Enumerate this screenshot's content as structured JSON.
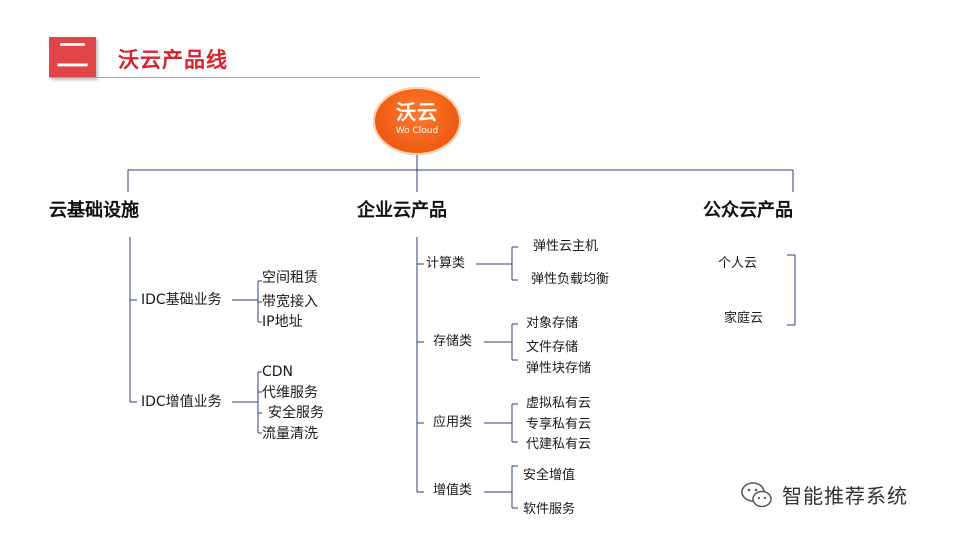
{
  "header": {
    "section_number": "二",
    "title": "沃云产品线"
  },
  "logo": {
    "main": "沃云",
    "sub": "Wo Cloud"
  },
  "categories": {
    "infra": "云基础设施",
    "enterprise": "企业云产品",
    "public": "公众云产品"
  },
  "infra": {
    "basic": {
      "label": "IDC基础业务",
      "items": [
        "空间租赁",
        "带宽接入",
        "IP地址"
      ]
    },
    "value_added": {
      "label": "IDC增值业务",
      "items": [
        "CDN",
        "代维服务",
        "安全服务",
        "流量清洗"
      ]
    }
  },
  "enterprise": {
    "compute": {
      "label": "计算类",
      "items": [
        "弹性云主机",
        "弹性负载均衡"
      ]
    },
    "storage": {
      "label": "存储类",
      "items": [
        "对象存储",
        "文件存储",
        "弹性块存储"
      ]
    },
    "application": {
      "label": "应用类",
      "items": [
        "虚拟私有云",
        "专享私有云",
        "代建私有云"
      ]
    },
    "value_added": {
      "label": "增值类",
      "items": [
        "安全增值",
        "软件服务"
      ]
    }
  },
  "public": {
    "items": [
      "个人云",
      "家庭云"
    ]
  },
  "watermark": {
    "text": "智能推荐系统"
  },
  "colors": {
    "accent_red": "#e0454a",
    "title_red": "#d8232a",
    "line_blue": "#2c3e8c",
    "logo_orange": "#ee5a12"
  }
}
